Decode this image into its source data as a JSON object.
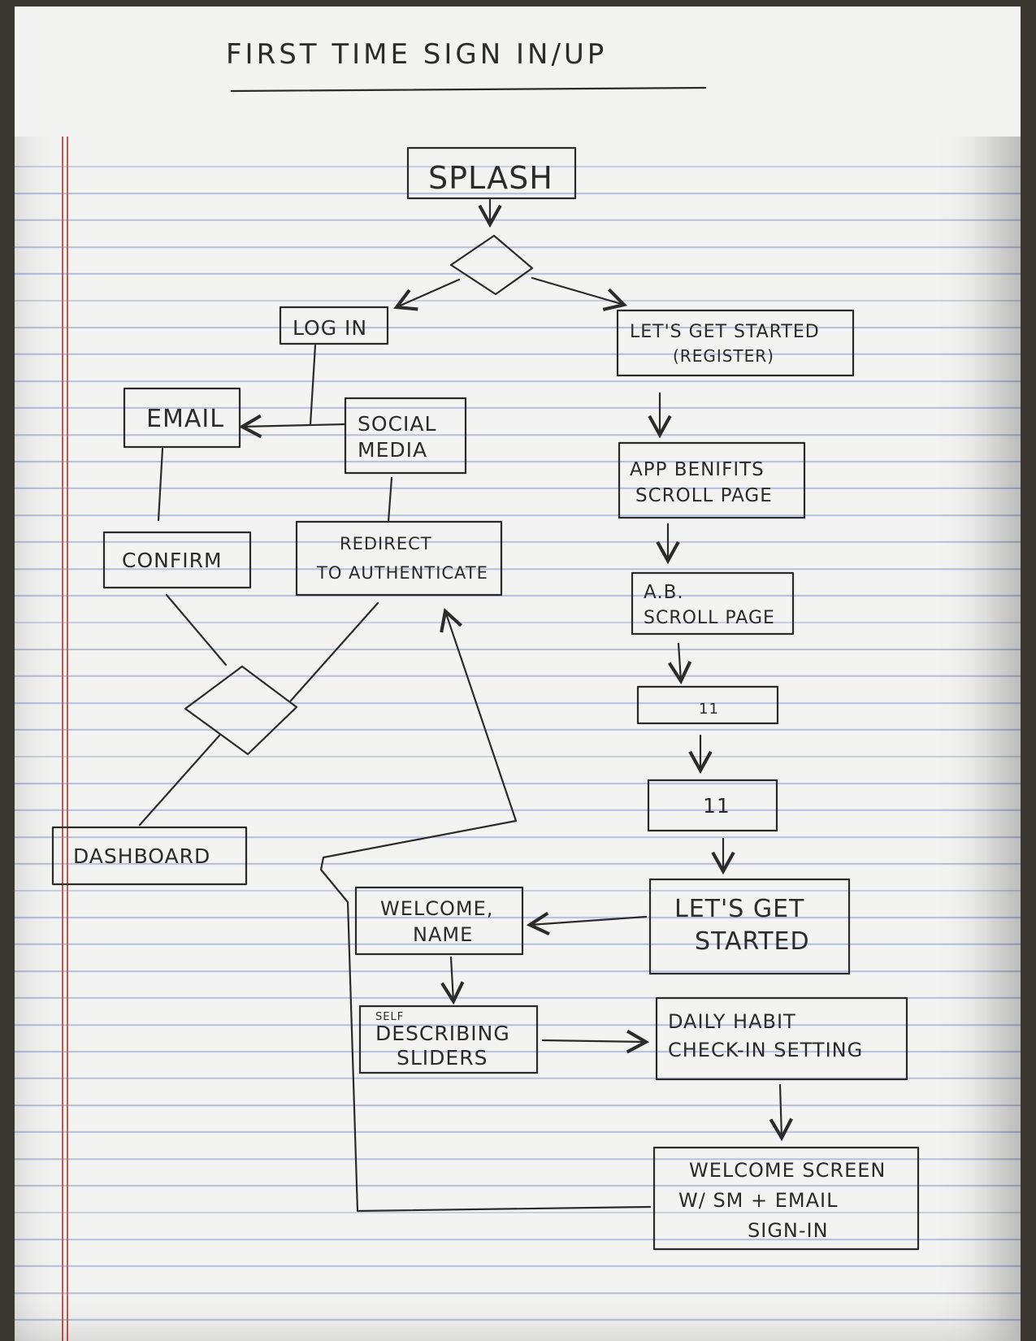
{
  "title": "FIRST TIME SIGN IN/UP",
  "nodes": {
    "splash": "SPLASH",
    "login": "LOG IN",
    "email": "EMAIL",
    "social_media": [
      "SOCIAL",
      "MEDIA"
    ],
    "confirm": "CONFIRM",
    "redirect": [
      "REDIRECT",
      "TO AUTHENTICATE"
    ],
    "dashboard": "DASHBOARD",
    "lets_get_started_register": [
      "LET'S GET STARTED",
      "(REGISTER)"
    ],
    "app_benefits": [
      "APP BENIFITS",
      "SCROLL PAGE"
    ],
    "ab_scroll": [
      "A.B.",
      "SCROLL PAGE"
    ],
    "ditto_1": "11",
    "ditto_2": "11",
    "lets_get_started": [
      "LET'S GET",
      "STARTED"
    ],
    "welcome_name": [
      "WELCOME,",
      "NAME"
    ],
    "sliders_prefix": "SELF",
    "sliders": [
      "DESCRIBING",
      "SLIDERS"
    ],
    "daily_habit": [
      "DAILY HABIT",
      "CHECK-IN SETTING"
    ],
    "welcome_screen": [
      "WELCOME SCREEN",
      "W/ SM + EMAIL",
      "SIGN-IN"
    ]
  }
}
